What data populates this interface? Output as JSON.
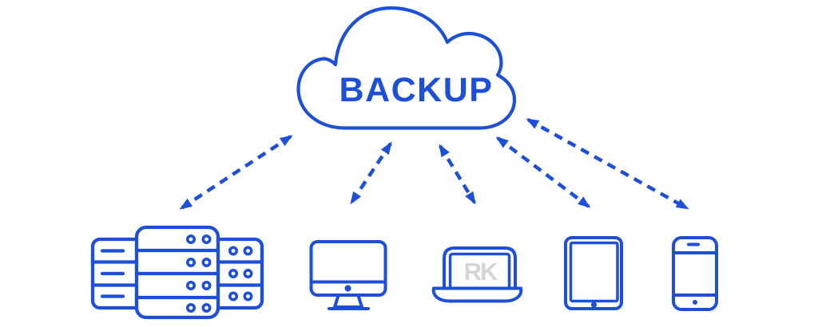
{
  "diagram": {
    "cloud_label": "BACKUP",
    "laptop_logo": "RK"
  },
  "colors": {
    "primary_blue": "#1e4fd9",
    "logo_gray": "#d2d7d5",
    "background": "#ffffff"
  },
  "icons": [
    {
      "name": "cloud-icon",
      "meaning": "backup cloud storage"
    },
    {
      "name": "server-rack-icon",
      "meaning": "server"
    },
    {
      "name": "desktop-computer-icon",
      "meaning": "desktop computer"
    },
    {
      "name": "laptop-icon",
      "meaning": "laptop"
    },
    {
      "name": "tablet-icon",
      "meaning": "tablet"
    },
    {
      "name": "smartphone-icon",
      "meaning": "smartphone"
    },
    {
      "name": "bidirectional-dashed-arrow",
      "count": 5
    }
  ]
}
